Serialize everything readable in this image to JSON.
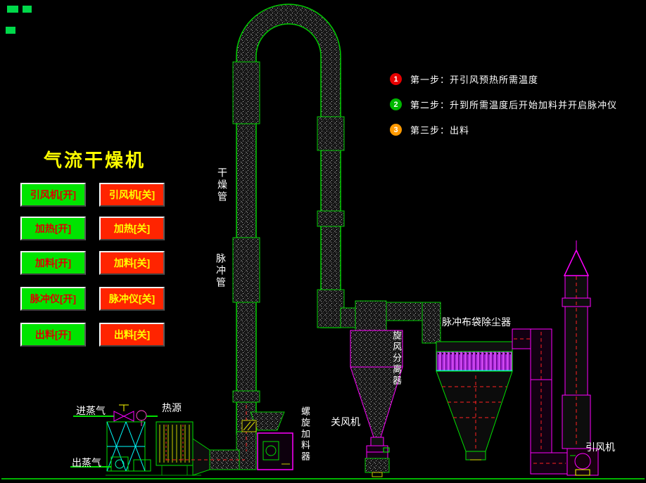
{
  "title": {
    "text": "气流干燥机"
  },
  "controls": {
    "on_buttons": [
      "引风机[开]",
      "加热[开]",
      "加料[开]",
      "脉冲仪[开]",
      "出料[开]"
    ],
    "off_buttons": [
      "引风机[关]",
      "加热[关]",
      "加料[关]",
      "脉冲仪[关]",
      "出料[关]"
    ]
  },
  "steps": [
    {
      "num": "1",
      "text": "第一步：开引风预热所需温度",
      "color": "#e60000"
    },
    {
      "num": "2",
      "text": "第二步：升到所需温度后开始加料并开启脉冲仪",
      "color": "#00b800"
    },
    {
      "num": "3",
      "text": "第三步：出料",
      "color": "#ff9900"
    }
  ],
  "labels": {
    "drying_pipe": "干燥管",
    "pulse_pipe": "脉冲管",
    "steam_in": "进蒸气",
    "steam_out": "出蒸气",
    "heat_source": "热源",
    "screw_feeder": "螺旋加料器",
    "rotary_valve": "关风机",
    "cyclone": "旋风分离器",
    "bag_filter": "脉冲布袋除尘器",
    "induced_fan": "引风机"
  },
  "colors": {
    "pipe_green": "#00cc00",
    "magenta": "#ff00ff",
    "cyan": "#00ffff",
    "yellow": "#ffff00",
    "dash_red": "#ff2222",
    "btn_on_bg": "#00e400",
    "btn_off_bg": "#ff2400"
  }
}
